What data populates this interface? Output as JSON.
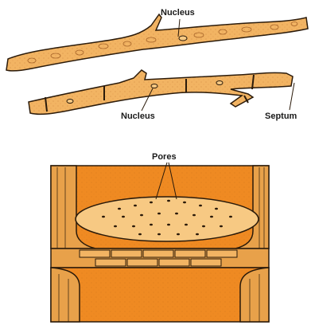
{
  "labels": {
    "nucleus_top": "Nucleus",
    "nucleus_bottom": "Nucleus",
    "septum": "Septum",
    "pores": "Pores"
  },
  "colors": {
    "hypha_fill": "#f2b463",
    "wall_fill": "#e8a14a",
    "cell_interior": "#ef8a22",
    "pore_plate": "#f7c983",
    "outline": "#2a1a0a"
  }
}
